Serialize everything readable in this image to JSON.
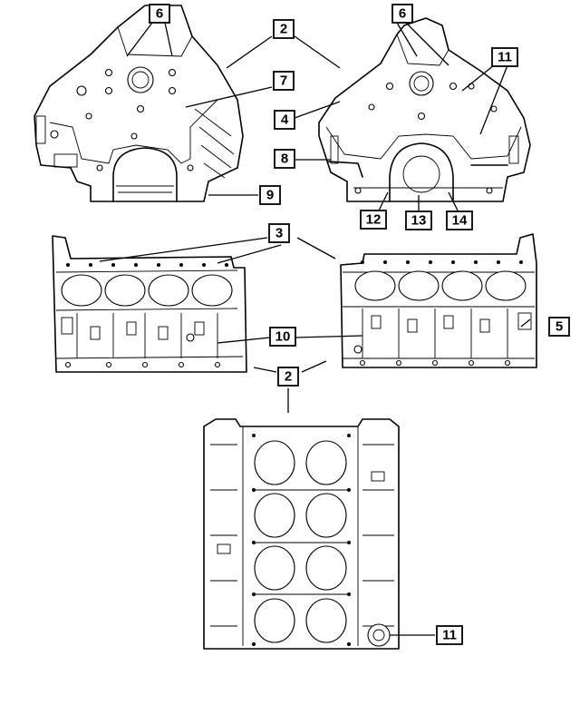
{
  "callouts": [
    {
      "id": "c6a",
      "label": "6"
    },
    {
      "id": "c2a",
      "label": "2"
    },
    {
      "id": "c6b",
      "label": "6"
    },
    {
      "id": "c11a",
      "label": "11"
    },
    {
      "id": "c7",
      "label": "7"
    },
    {
      "id": "c4",
      "label": "4"
    },
    {
      "id": "c8",
      "label": "8"
    },
    {
      "id": "c9",
      "label": "9"
    },
    {
      "id": "c12",
      "label": "12"
    },
    {
      "id": "c13",
      "label": "13"
    },
    {
      "id": "c14",
      "label": "14"
    },
    {
      "id": "c3",
      "label": "3"
    },
    {
      "id": "c10",
      "label": "10"
    },
    {
      "id": "c5",
      "label": "5"
    },
    {
      "id": "c2b",
      "label": "2"
    },
    {
      "id": "c11b",
      "label": "11"
    }
  ]
}
